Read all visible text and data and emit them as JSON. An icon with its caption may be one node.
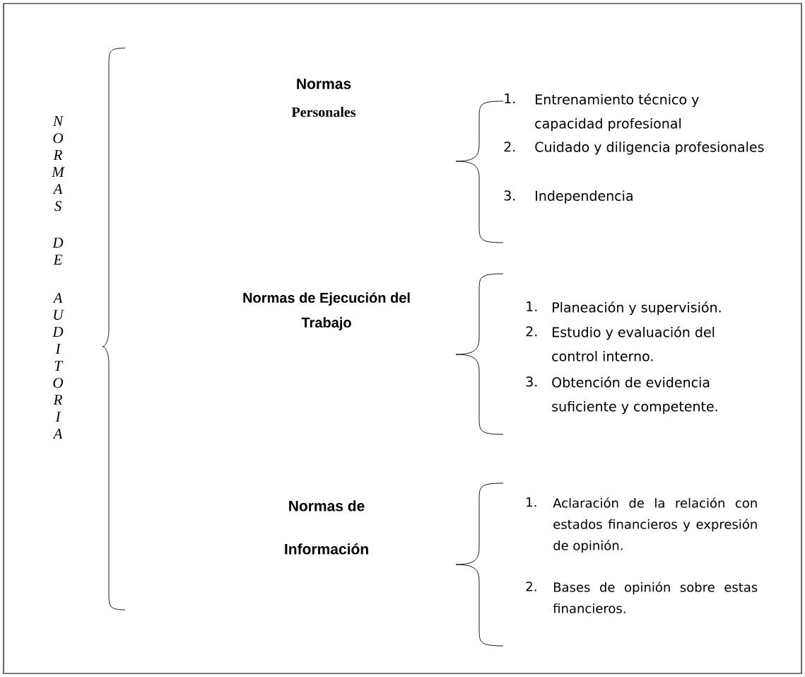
{
  "diagram": {
    "labels": [
      "N",
      "O",
      "R",
      "M",
      "A",
      "S",
      "D",
      "E",
      "A",
      "U",
      "D",
      "I",
      "T",
      "O",
      "R",
      "I",
      "A",
      "Normas",
      "Personales",
      "1.",
      "Entrenamiento técnico y capacidad profesional",
      "2.",
      "Cuidado y diligencia profesionales",
      "3.",
      "Independencia",
      "Normas de Ejecución del Trabajo",
      "1.",
      "Planeación y supervisión.",
      "2.",
      "Estudio y evaluación del control interno.",
      "3.",
      "Obtención de evidencia suficiente y competente.",
      "Normas de Información",
      "1.",
      "Aclaración de la relación con estados financieros y expresión de opinión.",
      "2.",
      "Bases de opinión sobre estas financieros."
    ]
  }
}
